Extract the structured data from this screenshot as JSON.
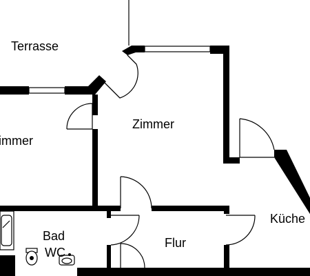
{
  "plan": {
    "rooms": [
      {
        "id": "terrasse",
        "label": "Terrasse"
      },
      {
        "id": "zimmer-left",
        "label": "immer"
      },
      {
        "id": "zimmer-center",
        "label": "Zimmer"
      },
      {
        "id": "bad",
        "label": "Bad"
      },
      {
        "id": "wc",
        "label": "WC"
      },
      {
        "id": "flur",
        "label": "Flur"
      },
      {
        "id": "kueche",
        "label": "Küche"
      }
    ]
  }
}
